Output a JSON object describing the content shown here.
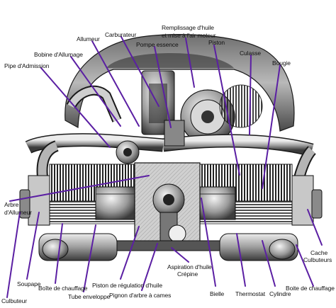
{
  "diagram": {
    "accent": "#5b1fa3",
    "ink": "#1a1a1a",
    "labels": {
      "carburateur": "Carburateur",
      "remplissage_line1": "Remplissage d'huile",
      "remplissage_line2": "et mise à l'air moteur",
      "allumeur": "Allumeur",
      "pompe_essence": "Pompe essence",
      "piston_top": "Piston",
      "bobine": "Bobine d'Allumage",
      "culasse": "Culasse",
      "bougie": "Bougie",
      "pipe_admission": "Pipe d'Admission",
      "arbre_line1": "Arbre",
      "arbre_line2": "d'Allumeur",
      "cache_line1": "Cache",
      "cache_line2": "Culbuteurs",
      "soupape": "Soupape",
      "culbuteur": "Culbuteur",
      "boite_chauffage_left": "Boîte de chauffage",
      "tube_enveloppe": "Tube enveloppe",
      "piston_regulation": "Piston de régulation d'huile",
      "pignon_arbre": "Pignon d'arbre à cames",
      "aspiration_line1": "Aspiration d'huile",
      "aspiration_line2": "Crépine",
      "bielle": "Bielle",
      "thermostat": "Thermostat",
      "cylindre": "Cylindre",
      "boite_chauffage_right": "Boite de chauffage"
    }
  }
}
